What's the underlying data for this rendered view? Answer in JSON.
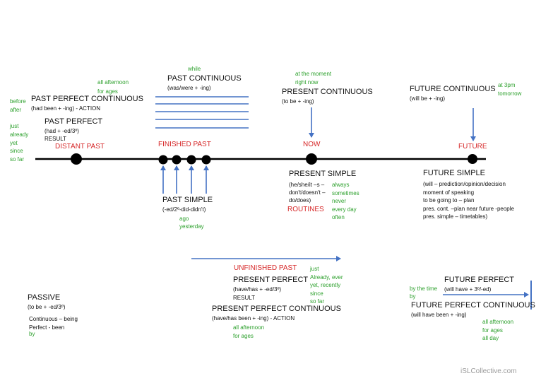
{
  "past_continuous": {
    "marker": "while",
    "title": "PAST CONTINUOUS",
    "form": "(was/were + -ing)"
  },
  "past_perfect_continuous": {
    "markers": "all afternoon\nfor ages",
    "title": "PAST PERFECT CONTINUOUS",
    "form": "(had been + -ing) - ACTION"
  },
  "past_perfect": {
    "markers": "before\nafter\n\njust\nalready\nyet\nsince\nso far",
    "title": "PAST PERFECT",
    "form": "(had + -ed/3º)",
    "note": "RESULT"
  },
  "distant_past": "DISTANT PAST",
  "finished_past": "FINISHED PAST",
  "past_simple": {
    "title": "PAST SIMPLE",
    "form": "(-ed/2º-did-didn't)",
    "markers": "ago\nyesterday"
  },
  "present_continuous": {
    "markers": "at the moment\nright now",
    "title": "PRESENT CONTINUOUS",
    "form": "(to be + -ing)"
  },
  "now": "NOW",
  "present_simple": {
    "title": "PRESENT  SIMPLE",
    "form": "(he/she/it –s –\ndon't/doesn't –\ndo/does)",
    "routines": "ROUTINES",
    "markers": "always\nsometimes\nnever\nevery day\noften"
  },
  "future_continuous": {
    "title": "FUTURE CONTINUOUS",
    "form": "(will be + -ing)",
    "markers": "at 3pm\ntomorrow"
  },
  "future": "FUTURE",
  "future_simple": {
    "title": "FUTURE SIMPLE",
    "lines": "(will – prediction/opinion/decision\nmoment of speaking\nto be going to – plan\npres. cont. –plan near future -people\npres. simple – timetables)"
  },
  "unfinished_past": "UNFINISHED PAST",
  "present_perfect": {
    "title": "PRESENT PERFECT",
    "form": "(have/has + -ed/3º)",
    "note": "RESULT",
    "markers": "just\nAlready, ever\nyet, recently\nsince\nso far"
  },
  "present_perfect_continuous": {
    "title": "PRESENT PERFECT CONTINUOUS",
    "form": "(have/has been + -ing) - ACTION",
    "markers": "all afternoon\nfor ages"
  },
  "passive": {
    "title": "PASSIVE",
    "form": "(to be + -ed/3º)",
    "lines": "Continuous – being\nPerfect - been",
    "marker": "by"
  },
  "future_perfect": {
    "markers": "by the time\nby",
    "title": "FUTURE PERFECT",
    "form": "(will have + 3º/-ed)"
  },
  "future_perfect_continuous": {
    "title": "FUTURE PERFECT CONTINUOUS",
    "form": "(will have been + -ing)",
    "markers": "all afternoon\nfor ages\nall day"
  },
  "watermark": "iSLCollective.com",
  "colors": {
    "line": "#000000",
    "arrow_blue": "#4472c4",
    "label_red": "#d62728",
    "marker_green": "#2ca02c"
  }
}
